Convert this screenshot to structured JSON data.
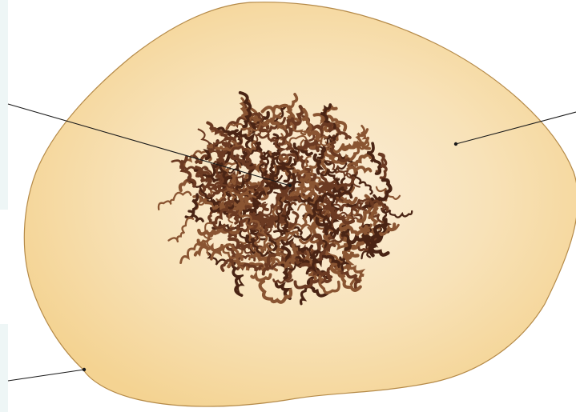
{
  "diagram": {
    "subject": "cell",
    "parts": [
      {
        "id": "nucleus-chromatin",
        "label": ""
      },
      {
        "id": "cytoplasm",
        "label": ""
      },
      {
        "id": "cell-membrane",
        "label": ""
      }
    ]
  },
  "colors": {
    "cytoplasm_center": "#fbeedb",
    "cytoplasm_mid": "#f8e2b8",
    "cytoplasm_edge": "#f4d392",
    "membrane": "#b58a48",
    "chromatin_dark": "#4a2414",
    "chromatin_mid": "#6b3a22",
    "chromatin_light": "#8a5532",
    "leader_line": "#1a1a1a",
    "label_box": "#eef6f6"
  }
}
